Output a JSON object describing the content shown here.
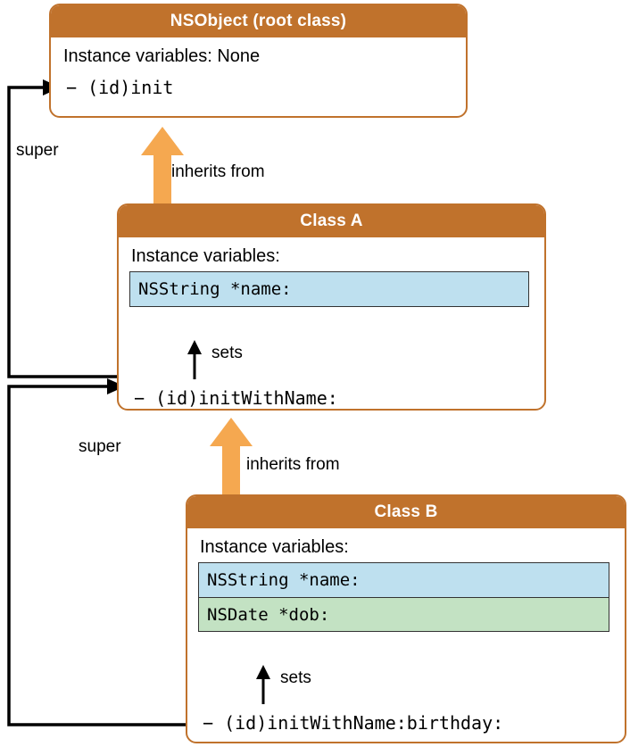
{
  "diagram": {
    "title": "Objective-C class inheritance and initializer chain",
    "colors": {
      "header_fill": "#C0722C",
      "box_border": "#C0722C",
      "inherits_arrow": "#F5A850",
      "ivar_blue": "#BEE0EF",
      "ivar_green": "#C3E2C3",
      "wire": "#000000",
      "background": "#FFFFFF"
    }
  },
  "classes": [
    {
      "id": "nsobject",
      "title": "NSObject (root class)",
      "ivars_label": "Instance variables: None",
      "ivars": [],
      "method": "− (id)init"
    },
    {
      "id": "class-a",
      "title": "Class A",
      "ivars_label": "Instance variables:",
      "ivars": [
        {
          "text": "NSString *name:",
          "color": "blue"
        }
      ],
      "method": "− (id)initWithName:"
    },
    {
      "id": "class-b",
      "title": "Class B",
      "ivars_label": "Instance variables:",
      "ivars": [
        {
          "text": "NSString *name:",
          "color": "blue"
        },
        {
          "text": "NSDate *dob:",
          "color": "green"
        }
      ],
      "method": "− (id)initWithName:birthday:"
    }
  ],
  "annotations": {
    "inherits_from_a": "inherits from",
    "inherits_from_b": "inherits from",
    "sets_a": "sets",
    "sets_b": "sets",
    "super_a": "super",
    "super_b": "super"
  }
}
